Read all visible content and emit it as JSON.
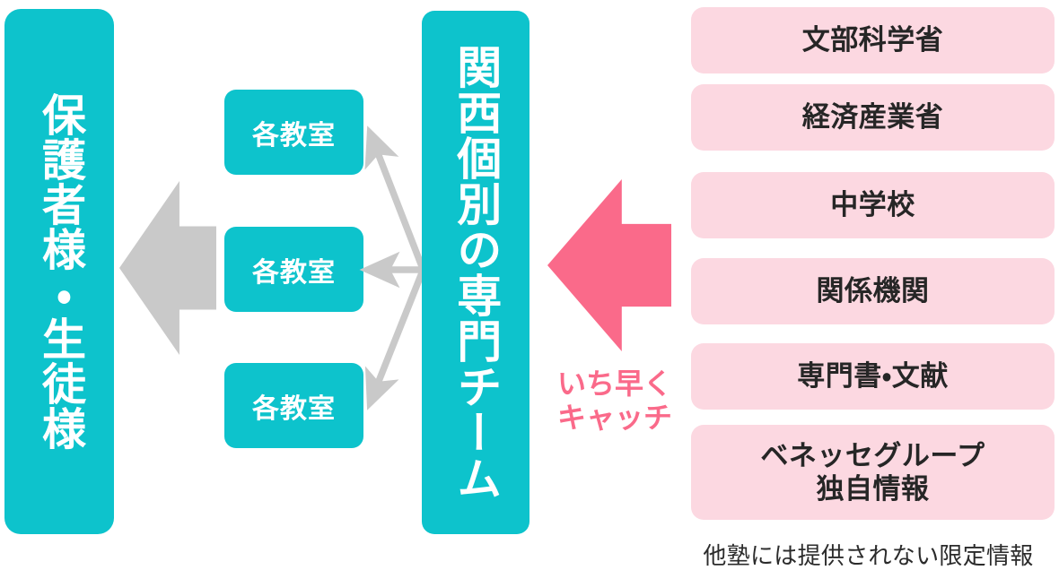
{
  "colors": {
    "teal": "#0DC3CC",
    "pink_fill": "#FCD8E1",
    "pink_accent": "#FA6A8A",
    "grey_arrow": "#C9C9C9",
    "text_dark": "#262626",
    "white": "#FFFFFF"
  },
  "audience": {
    "label": "保護者様・生徒様"
  },
  "classrooms": [
    {
      "label": "各教室"
    },
    {
      "label": "各教室"
    },
    {
      "label": "各教室"
    }
  ],
  "team": {
    "label": "関西個別の専門チーム"
  },
  "catch": {
    "label": "いち早く\nキャッチ"
  },
  "sources": [
    {
      "label": "文部科学省"
    },
    {
      "label": "経済産業省"
    },
    {
      "label": "中学校"
    },
    {
      "label": "関係機関"
    },
    {
      "label": "専門書・文献"
    },
    {
      "label": "ベネッセグループ\n独自情報"
    }
  ],
  "caption": {
    "text": "他塾には提供されない限定情報"
  },
  "icons": {
    "grey_block_arrow": "arrow-left-block-icon",
    "pink_block_arrow": "arrow-left-block-icon",
    "connector_arrows": "arrow-left-line-icon"
  }
}
